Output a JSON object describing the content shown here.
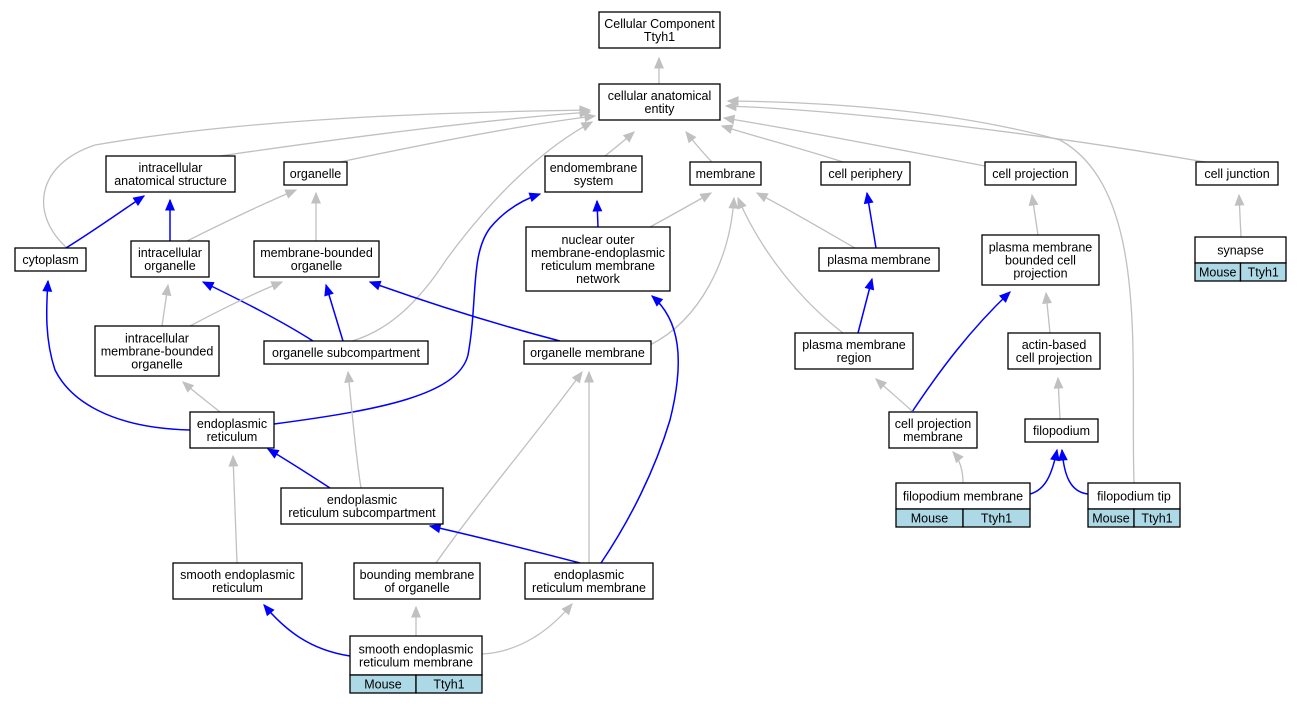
{
  "colors": {
    "is_a_edge": "#c0c0c0",
    "part_of_edge": "#0000ff",
    "annotation_fill": "#add8e6"
  },
  "nodes": {
    "cc": {
      "lines": [
        "Cellular Component",
        "Ttyh1"
      ]
    },
    "cae": {
      "lines": [
        "cellular anatomical",
        "entity"
      ]
    },
    "ias": {
      "lines": [
        "intracellular",
        "anatomical structure"
      ]
    },
    "organelle": {
      "lines": [
        "organelle"
      ]
    },
    "endosys": {
      "lines": [
        "endomembrane",
        "system"
      ]
    },
    "membrane": {
      "lines": [
        "membrane"
      ]
    },
    "cellperiph": {
      "lines": [
        "cell periphery"
      ]
    },
    "cellproj": {
      "lines": [
        "cell projection"
      ]
    },
    "celljunc": {
      "lines": [
        "cell junction"
      ]
    },
    "cytoplasm": {
      "lines": [
        "cytoplasm"
      ]
    },
    "intraorg": {
      "lines": [
        "intracellular",
        "organelle"
      ]
    },
    "mbo": {
      "lines": [
        "membrane-bounded",
        "organelle"
      ]
    },
    "nomer": {
      "lines": [
        "nuclear outer",
        "membrane-endoplasmic",
        "reticulum membrane",
        "network"
      ]
    },
    "pm": {
      "lines": [
        "plasma membrane"
      ]
    },
    "pmbcp": {
      "lines": [
        "plasma membrane",
        "bounded cell",
        "projection"
      ]
    },
    "synapse": {
      "lines": [
        "synapse"
      ],
      "annotation": [
        "Mouse",
        "Ttyh1"
      ]
    },
    "imbo": {
      "lines": [
        "intracellular",
        "membrane-bounded",
        "organelle"
      ]
    },
    "osub": {
      "lines": [
        "organelle subcompartment"
      ]
    },
    "omem": {
      "lines": [
        "organelle membrane"
      ]
    },
    "pmr": {
      "lines": [
        "plasma membrane",
        "region"
      ]
    },
    "abcp": {
      "lines": [
        "actin-based",
        "cell projection"
      ]
    },
    "er": {
      "lines": [
        "endoplasmic",
        "reticulum"
      ]
    },
    "cpm": {
      "lines": [
        "cell projection",
        "membrane"
      ]
    },
    "filo": {
      "lines": [
        "filopodium"
      ]
    },
    "ersub": {
      "lines": [
        "endoplasmic",
        "reticulum subcompartment"
      ]
    },
    "filomem": {
      "lines": [
        "filopodium membrane"
      ],
      "annotation": [
        "Mouse",
        "Ttyh1"
      ]
    },
    "filotip": {
      "lines": [
        "filopodium tip"
      ],
      "annotation": [
        "Mouse",
        "Ttyh1"
      ]
    },
    "ser": {
      "lines": [
        "smooth endoplasmic",
        "reticulum"
      ]
    },
    "bmo": {
      "lines": [
        "bounding membrane",
        "of organelle"
      ]
    },
    "erm": {
      "lines": [
        "endoplasmic",
        "reticulum membrane"
      ]
    },
    "serm": {
      "lines": [
        "smooth endoplasmic",
        "reticulum membrane"
      ],
      "annotation": [
        "Mouse",
        "Ttyh1"
      ]
    }
  },
  "edges": [
    {
      "from": "cae",
      "to": "cc",
      "type": "is_a"
    },
    {
      "from": "ias",
      "to": "cae",
      "type": "is_a"
    },
    {
      "from": "organelle",
      "to": "cae",
      "type": "is_a"
    },
    {
      "from": "endosys",
      "to": "cae",
      "type": "is_a"
    },
    {
      "from": "membrane",
      "to": "cae",
      "type": "is_a"
    },
    {
      "from": "cellperiph",
      "to": "cae",
      "type": "is_a"
    },
    {
      "from": "cellproj",
      "to": "cae",
      "type": "is_a"
    },
    {
      "from": "celljunc",
      "to": "cae",
      "type": "is_a"
    },
    {
      "from": "cytoplasm",
      "to": "cae",
      "type": "is_a"
    },
    {
      "from": "osub",
      "to": "cae",
      "type": "is_a"
    },
    {
      "from": "filotip",
      "to": "cae",
      "type": "is_a"
    },
    {
      "from": "cytoplasm",
      "to": "ias",
      "type": "part_of"
    },
    {
      "from": "intraorg",
      "to": "ias",
      "type": "part_of"
    },
    {
      "from": "intraorg",
      "to": "organelle",
      "type": "is_a"
    },
    {
      "from": "mbo",
      "to": "organelle",
      "type": "is_a"
    },
    {
      "from": "nomer",
      "to": "endosys",
      "type": "part_of"
    },
    {
      "from": "er",
      "to": "endosys",
      "type": "part_of"
    },
    {
      "from": "nomer",
      "to": "membrane",
      "type": "is_a"
    },
    {
      "from": "omem",
      "to": "membrane",
      "type": "is_a"
    },
    {
      "from": "pm",
      "to": "membrane",
      "type": "is_a"
    },
    {
      "from": "pmr",
      "to": "membrane",
      "type": "is_a"
    },
    {
      "from": "pm",
      "to": "cellperiph",
      "type": "part_of"
    },
    {
      "from": "pmr",
      "to": "pm",
      "type": "part_of"
    },
    {
      "from": "pmbcp",
      "to": "cellproj",
      "type": "is_a"
    },
    {
      "from": "synapse",
      "to": "celljunc",
      "type": "is_a"
    },
    {
      "from": "er",
      "to": "cytoplasm",
      "type": "part_of"
    },
    {
      "from": "imbo",
      "to": "intraorg",
      "type": "is_a"
    },
    {
      "from": "osub",
      "to": "intraorg",
      "type": "part_of"
    },
    {
      "from": "imbo",
      "to": "mbo",
      "type": "is_a"
    },
    {
      "from": "osub",
      "to": "mbo",
      "type": "part_of"
    },
    {
      "from": "omem",
      "to": "mbo",
      "type": "part_of"
    },
    {
      "from": "erm",
      "to": "nomer",
      "type": "part_of"
    },
    {
      "from": "abcp",
      "to": "pmbcp",
      "type": "is_a"
    },
    {
      "from": "cpm",
      "to": "pmbcp",
      "type": "part_of"
    },
    {
      "from": "cpm",
      "to": "pmr",
      "type": "is_a"
    },
    {
      "from": "er",
      "to": "imbo",
      "type": "is_a"
    },
    {
      "from": "ersub",
      "to": "osub",
      "type": "is_a"
    },
    {
      "from": "bmo",
      "to": "omem",
      "type": "is_a"
    },
    {
      "from": "erm",
      "to": "omem",
      "type": "is_a"
    },
    {
      "from": "filo",
      "to": "abcp",
      "type": "is_a"
    },
    {
      "from": "ersub",
      "to": "er",
      "type": "part_of"
    },
    {
      "from": "ser",
      "to": "er",
      "type": "is_a"
    },
    {
      "from": "filomem",
      "to": "cpm",
      "type": "is_a"
    },
    {
      "from": "filomem",
      "to": "filo",
      "type": "part_of"
    },
    {
      "from": "filotip",
      "to": "filo",
      "type": "part_of"
    },
    {
      "from": "erm",
      "to": "ersub",
      "type": "part_of"
    },
    {
      "from": "serm",
      "to": "ser",
      "type": "part_of"
    },
    {
      "from": "serm",
      "to": "bmo",
      "type": "is_a"
    },
    {
      "from": "serm",
      "to": "erm",
      "type": "is_a"
    }
  ]
}
